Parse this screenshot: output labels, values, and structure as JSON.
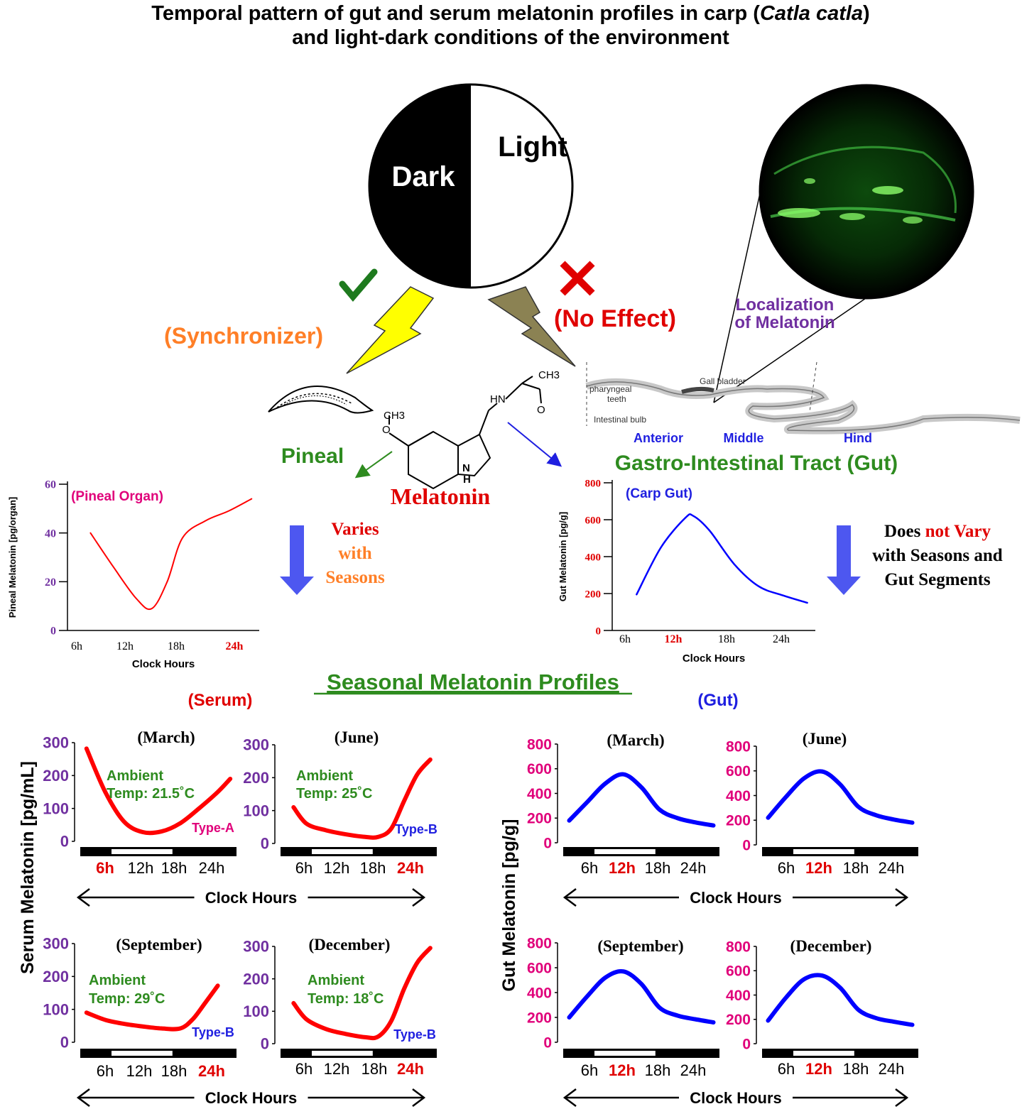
{
  "title": {
    "line1": "Temporal pattern of gut and serum melatonin profiles in carp (",
    "species": "Catla catla",
    "line1_end": ")",
    "line2": "and light-dark conditions of the environment"
  },
  "dial": {
    "dark": "Dark",
    "light": "Light"
  },
  "effects": {
    "synchronizer": "(Synchronizer)",
    "no_effect": "(No Effect)"
  },
  "labels": {
    "pineal": "Pineal",
    "melatonin": "Melatonin",
    "gi_tract": "Gastro-Intestinal Tract  (Gut)",
    "localization_1": "Localization",
    "localization_2": "of Melatonin",
    "anterior": "Anterior",
    "middle": "Middle",
    "hind": "Hind",
    "gall_bladder": "Gall bladder",
    "pharyngeal_1": "pharyngeal",
    "pharyngeal_2": "teeth",
    "intestinal_bulb": "Intestinal bulb"
  },
  "molecule": {
    "ch3_top": "CH3",
    "ch3_left": "CH3",
    "hn": "HN",
    "o_acetyl": "O",
    "o_methoxy": "O",
    "nh": "N",
    "h": "H"
  },
  "notes": {
    "varies_1": "Varies",
    "varies_2": "with",
    "varies_3": "Seasons",
    "notvary_pre": "Does ",
    "notvary_not": "not Vary",
    "notvary_2": "with Seasons and",
    "notvary_3": "Gut Segments"
  },
  "section": {
    "title": "Seasonal Melatonin Profiles",
    "serum": "(Serum)",
    "gut": "(Gut)"
  },
  "axis": {
    "clock_hours": "Clock Hours",
    "serum_ylabel": "Serum Melatonin [pg/mL]",
    "gut_ylabel": "Gut Melatonin [pg/g]",
    "pineal_ylabel": "Pineal Melatonin [pg/organ]",
    "gut_small_ylabel": "Gut Melatonin [pg/g]"
  },
  "colors": {
    "serum": "#ff0000",
    "gut": "#0000ff",
    "green": "#2e8b1f",
    "purple": "#7030a0",
    "orange": "#ff7f27",
    "magenta": "#e0007a"
  },
  "chart_data": [
    {
      "type": "line",
      "id": "pineal",
      "panel_label": "(Pineal Organ)",
      "categories": [
        "6h",
        "12h",
        "18h",
        "24h"
      ],
      "highlight": "24h",
      "x": [
        6,
        9,
        12,
        14,
        16,
        18,
        21,
        24,
        27
      ],
      "y": [
        40,
        26,
        13,
        9,
        20,
        38,
        45,
        49,
        54
      ],
      "ylim": [
        0,
        60
      ],
      "yticks": [
        0,
        20,
        40,
        60
      ],
      "ylabel": "Pineal Melatonin [pg/organ]",
      "xlabel": "Clock Hours"
    },
    {
      "type": "line",
      "id": "carp-gut",
      "panel_label": "(Carp Gut)",
      "categories": [
        "6h",
        "12h",
        "18h",
        "24h"
      ],
      "highlight": "12h",
      "x": [
        6,
        9,
        12,
        13,
        15,
        18,
        21,
        24,
        27
      ],
      "y": [
        195,
        450,
        610,
        620,
        540,
        360,
        240,
        190,
        150
      ],
      "ylim": [
        0,
        800
      ],
      "yticks": [
        0,
        200,
        400,
        600,
        800
      ],
      "ylabel": "Gut Melatonin [pg/g]",
      "xlabel": "Clock Hours"
    },
    {
      "type": "line",
      "id": "serum-march",
      "month": "(March)",
      "ambient": "Ambient",
      "temp": "Temp: 21.5˚C",
      "type_label": "Type-A",
      "categories": [
        "6h",
        "12h",
        "18h",
        "24h"
      ],
      "highlight": "6h",
      "x": [
        3,
        6,
        9,
        12,
        15,
        18,
        21,
        24,
        26
      ],
      "y": [
        282,
        150,
        60,
        28,
        30,
        55,
        100,
        150,
        190
      ],
      "ylim": [
        0,
        300
      ],
      "yticks": [
        0,
        100,
        200,
        300
      ]
    },
    {
      "type": "line",
      "id": "serum-june",
      "month": "(June)",
      "ambient": "Ambient",
      "temp": "Temp: 25˚C",
      "type_label": "Type-B",
      "categories": [
        "6h",
        "12h",
        "18h",
        "24h"
      ],
      "highlight": "24h",
      "x": [
        5,
        7,
        10,
        13,
        16,
        18,
        20,
        22,
        24,
        26
      ],
      "y": [
        110,
        60,
        40,
        28,
        20,
        20,
        45,
        130,
        210,
        255
      ],
      "ylim": [
        0,
        300
      ],
      "yticks": [
        0,
        100,
        200,
        300
      ]
    },
    {
      "type": "line",
      "id": "serum-september",
      "month": "(September)",
      "ambient": "Ambient",
      "temp": "Temp: 29˚C",
      "type_label": "Type-B",
      "categories": [
        "6h",
        "12h",
        "18h",
        "24h"
      ],
      "highlight": "24h",
      "x": [
        3,
        6,
        9,
        12,
        15,
        18,
        20,
        22,
        24
      ],
      "y": [
        90,
        68,
        56,
        48,
        42,
        42,
        70,
        120,
        172
      ],
      "ylim": [
        0,
        300
      ],
      "yticks": [
        0,
        100,
        200,
        300
      ]
    },
    {
      "type": "line",
      "id": "serum-december",
      "month": "(December)",
      "ambient": "Ambient",
      "temp": "Temp: 18˚C",
      "type_label": "Type-B",
      "categories": [
        "6h",
        "12h",
        "18h",
        "24h"
      ],
      "highlight": "24h",
      "x": [
        5,
        7,
        10,
        13,
        16,
        18,
        20,
        22,
        24,
        26
      ],
      "y": [
        125,
        75,
        45,
        30,
        20,
        22,
        70,
        170,
        250,
        295
      ],
      "ylim": [
        0,
        300
      ],
      "yticks": [
        0,
        100,
        200,
        300
      ]
    },
    {
      "type": "line",
      "id": "gut-march",
      "month": "(March)",
      "categories": [
        "6h",
        "12h",
        "18h",
        "24h"
      ],
      "highlight": "12h",
      "x": [
        3,
        6,
        9,
        12,
        15,
        18,
        21,
        24,
        27
      ],
      "y": [
        180,
        330,
        480,
        555,
        450,
        270,
        200,
        165,
        140
      ],
      "ylim": [
        0,
        800
      ],
      "yticks": [
        0,
        200,
        400,
        600,
        800
      ]
    },
    {
      "type": "line",
      "id": "gut-june",
      "month": "(June)",
      "categories": [
        "6h",
        "12h",
        "18h",
        "24h"
      ],
      "highlight": "12h",
      "x": [
        3,
        6,
        9,
        12,
        15,
        18,
        21,
        24,
        27
      ],
      "y": [
        220,
        390,
        540,
        595,
        490,
        310,
        240,
        205,
        180
      ],
      "ylim": [
        0,
        800
      ],
      "yticks": [
        0,
        200,
        400,
        600,
        800
      ]
    },
    {
      "type": "line",
      "id": "gut-september",
      "month": "(September)",
      "categories": [
        "6h",
        "12h",
        "18h",
        "24h"
      ],
      "highlight": "12h",
      "x": [
        3,
        6,
        9,
        12,
        15,
        18,
        21,
        24,
        27
      ],
      "y": [
        200,
        370,
        520,
        570,
        470,
        280,
        215,
        185,
        160
      ],
      "ylim": [
        0,
        800
      ],
      "yticks": [
        0,
        200,
        400,
        600,
        800
      ]
    },
    {
      "type": "line",
      "id": "gut-december",
      "month": "(December)",
      "categories": [
        "6h",
        "12h",
        "18h",
        "24h"
      ],
      "highlight": "12h",
      "x": [
        3,
        6,
        9,
        12,
        15,
        18,
        21,
        24,
        27
      ],
      "y": [
        190,
        380,
        530,
        560,
        460,
        280,
        210,
        180,
        155
      ],
      "ylim": [
        0,
        800
      ],
      "yticks": [
        0,
        200,
        400,
        600,
        800
      ]
    }
  ]
}
